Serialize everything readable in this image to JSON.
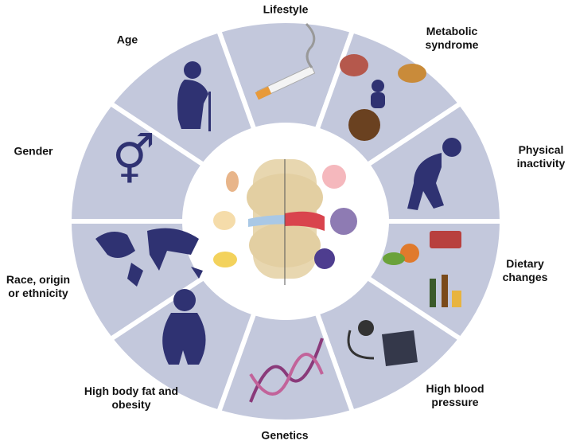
{
  "title": "Risk factors for osteoarthritis",
  "colors": {
    "segment": "#c3c8dc",
    "icon": "#2f3272",
    "gap": "#ffffff"
  },
  "segments": [
    {
      "label": "Lifestyle",
      "icon": "cigarette-icon"
    },
    {
      "label": "Metabolic syndrome",
      "icon": "metabolic-icon"
    },
    {
      "label": "Physical inactivity",
      "icon": "tired-person-icon"
    },
    {
      "label": "Dietary changes",
      "icon": "food-drinks-icon"
    },
    {
      "label": "High blood pressure",
      "icon": "blood-pressure-monitor-icon"
    },
    {
      "label": "Genetics",
      "icon": "dna-icon"
    },
    {
      "label": "High body fat and obesity",
      "icon": "obese-person-icon"
    },
    {
      "label": "Race, origin or ethnicity",
      "icon": "world-map-icon"
    },
    {
      "label": "Gender",
      "icon": "gender-symbol-icon"
    },
    {
      "label": "Age",
      "icon": "elderly-person-icon"
    }
  ]
}
